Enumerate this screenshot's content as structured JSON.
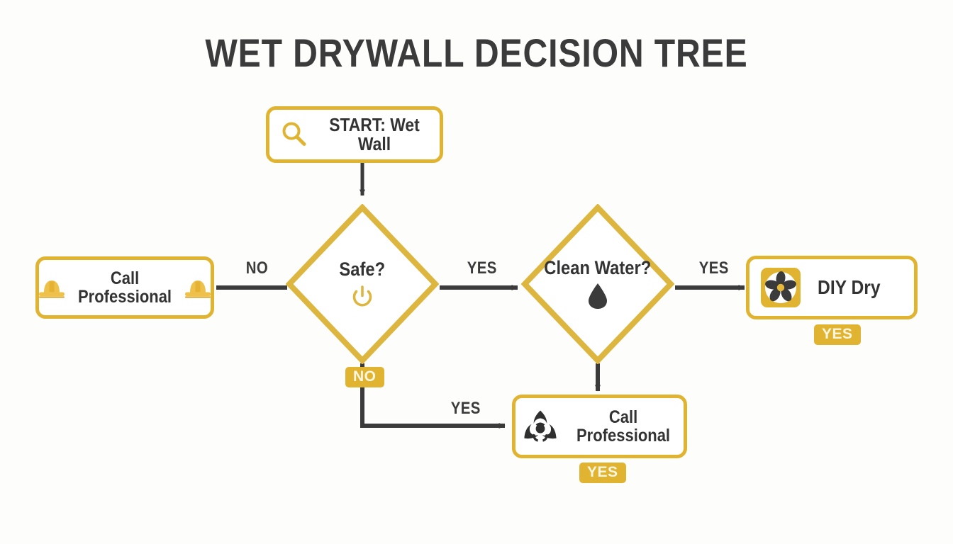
{
  "title": "WET DRYWALL DECISION TREE",
  "colors": {
    "gold": "#e0b430",
    "gold_soft": "#ddb63f",
    "dark": "#3b3b3b",
    "node_text": "#333333",
    "badge_text": "#fdf6e0",
    "background": "#fdfdfc",
    "wire": "#3b3b3b"
  },
  "nodes": [
    {
      "id": "start",
      "shape": "rounded-rect",
      "label": "START: Wet Wall",
      "icon": "magnifier-icon"
    },
    {
      "id": "safe",
      "shape": "diamond",
      "label": "Safe?",
      "icon": "power-icon"
    },
    {
      "id": "clean-water",
      "shape": "diamond",
      "label": "Clean Water?",
      "icon": "water-drop-icon"
    },
    {
      "id": "call-professional-left",
      "shape": "rounded-rect",
      "label": "Call\nProfessional",
      "icon": "hard-hat-icon"
    },
    {
      "id": "diy-dry",
      "shape": "rounded-rect",
      "label": "DIY Dry",
      "icon": "fan-icon"
    },
    {
      "id": "call-professional-bottom",
      "shape": "rounded-rect",
      "label": "Call\nProfessional",
      "icon": "biohazard-icon"
    }
  ],
  "edges": [
    {
      "id": "start-to-safe",
      "from": "start",
      "to": "safe",
      "label": ""
    },
    {
      "id": "safe-no-left",
      "from": "safe",
      "to": "call-professional-left",
      "label": "NO",
      "style": "plain"
    },
    {
      "id": "safe-yes-right",
      "from": "safe",
      "to": "clean-water",
      "label": "YES",
      "style": "plain"
    },
    {
      "id": "safe-no-down",
      "from": "safe",
      "to": "call-professional-bottom",
      "label": "NO",
      "style": "badge"
    },
    {
      "id": "safe-no-down-yes",
      "from": "safe",
      "to": "call-professional-bottom",
      "label": "YES",
      "style": "plain"
    },
    {
      "id": "clean-water-yes-right",
      "from": "clean-water",
      "to": "diy-dry",
      "label": "YES",
      "style": "plain"
    },
    {
      "id": "clean-water-down",
      "from": "clean-water",
      "to": "call-professional-bottom",
      "label": ""
    }
  ],
  "badges": [
    {
      "id": "badge-safe-no",
      "label": "NO"
    },
    {
      "id": "badge-diy-dry-yes",
      "label": "YES"
    },
    {
      "id": "badge-call-professional-bottom-yes",
      "label": "YES"
    }
  ]
}
